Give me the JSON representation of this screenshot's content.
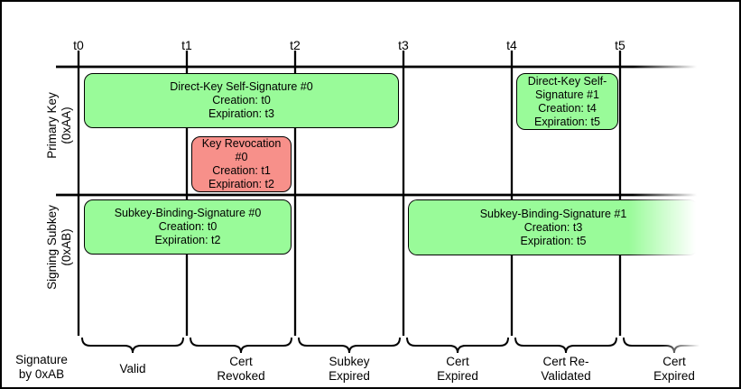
{
  "diagram": {
    "title_implicit": "OpenPGP signature validity timeline",
    "ticks": [
      {
        "label": "t0"
      },
      {
        "label": "t1"
      },
      {
        "label": "t2"
      },
      {
        "label": "t3"
      },
      {
        "label": "t4"
      },
      {
        "label": "t5"
      }
    ],
    "rows": [
      {
        "line1": "Primary Key",
        "line2": "(0xAA)"
      },
      {
        "line1": "Signing Subkey",
        "line2": "(0xAB)"
      }
    ],
    "boxes": [
      {
        "title": "Direct-Key Self-Signature #0",
        "creation": "Creation: t0",
        "expiration": "Expiration: t3",
        "color": "#99FB99"
      },
      {
        "title": "Direct-Key Self-Signature #1",
        "creation": "Creation: t4",
        "expiration": "Expiration: t5",
        "color": "#99FB99"
      },
      {
        "title": "Key Revocation #0",
        "creation": "Creation: t1",
        "expiration": "Expiration: t2",
        "color": "#F7908A"
      },
      {
        "title": "Subkey-Binding-Signature #0",
        "creation": "Creation: t0",
        "expiration": "Expiration: t2",
        "color": "#99FB99"
      },
      {
        "title": "Subkey-Binding-Signature #1",
        "creation": "Creation: t3",
        "expiration": "Expiration: t5",
        "color": "#99FB99"
      }
    ],
    "bottom_axis_label": {
      "line1": "Signature",
      "line2": "by 0xAB"
    },
    "phases": [
      {
        "line1": "Valid",
        "line2": ""
      },
      {
        "line1": "Cert",
        "line2": "Revoked"
      },
      {
        "line1": "Subkey",
        "line2": "Expired"
      },
      {
        "line1": "Cert",
        "line2": "Expired"
      },
      {
        "line1": "Cert Re-",
        "line2": "Validated"
      },
      {
        "line1": "Cert",
        "line2": "Expired"
      }
    ],
    "colors": {
      "valid_signature_fill": "#99FB99",
      "revocation_fill": "#F7908A",
      "line": "#000000",
      "background": "#ffffff"
    }
  }
}
